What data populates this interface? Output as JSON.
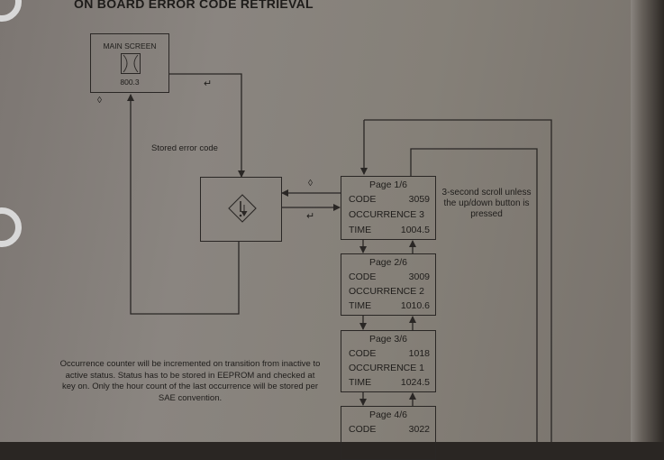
{
  "document": {
    "title": "ON BOARD ERROR CODE RETRIEVAL",
    "main_screen": {
      "label": "MAIN SCREEN",
      "icon": "hourglass-icon",
      "value": "800.3"
    },
    "error_box": {
      "icon": "warning-diamond-down-icon"
    },
    "labels": {
      "stored_error_code": "Stored error code",
      "up_down_symbol": "◊",
      "enter_symbol": "↵"
    },
    "scroll_note": "3-second scroll unless the up/down button is pressed",
    "pages": [
      {
        "header": "Page 1/6",
        "code_label": "CODE",
        "code": "3059",
        "occurrence": "OCCURRENCE 3",
        "time_label": "TIME",
        "time": "1004.5"
      },
      {
        "header": "Page 2/6",
        "code_label": "CODE",
        "code": "3009",
        "occurrence": "OCCURRENCE 2",
        "time_label": "TIME",
        "time": "1010.6"
      },
      {
        "header": "Page 3/6",
        "code_label": "CODE",
        "code": "1018",
        "occurrence": "OCCURRENCE 1",
        "time_label": "TIME",
        "time": "1024.5"
      },
      {
        "header": "Page 4/6",
        "code_label": "CODE",
        "code": "3022"
      }
    ],
    "note": "Occurrence counter will be incremented on transition from inactive to active status. Status has to be stored in EEPROM and checked at key on. Only the hour count of the last occurrence will be stored per SAE convention."
  }
}
